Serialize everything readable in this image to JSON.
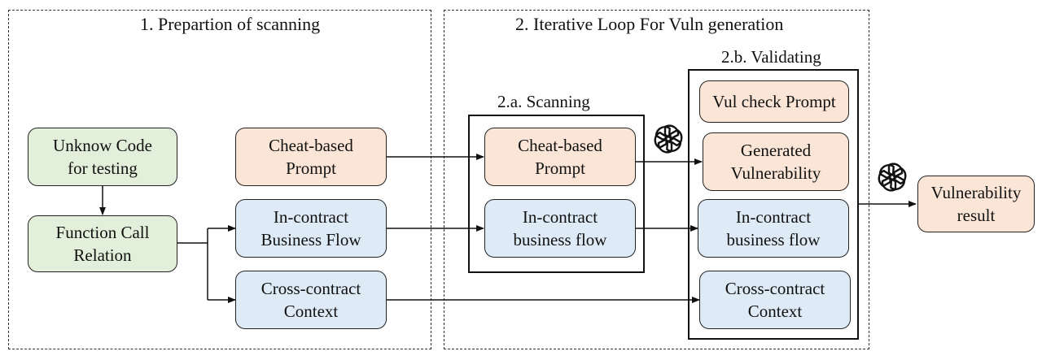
{
  "panels": {
    "prep": {
      "title": "1. Prepartion of scanning"
    },
    "loop": {
      "title": "2. Iterative Loop For Vuln generation"
    },
    "scanning": {
      "title": "2.a. Scanning"
    },
    "validating": {
      "title": "2.b. Validating"
    }
  },
  "nodes": {
    "unknown_code": "Unknow Code\nfor testing",
    "function_call": "Function Call\nRelation",
    "cheat_prompt": "Cheat-based\nPrompt",
    "in_contract_flow": "In-contract\nBusiness Flow",
    "cross_contract": "Cross-contract\nContext",
    "scan_cheat_prompt": "Cheat-based\nPrompt",
    "scan_business_flow": "In-contract\nbusiness flow",
    "vul_check_prompt": "Vul check Prompt",
    "generated_vuln": "Generated\nVulnerability",
    "val_business_flow": "In-contract\nbusiness flow",
    "val_cross_contract": "Cross-contract\nContext",
    "result": "Vulnerability\nresult"
  },
  "icons": [
    "openai-logo-icon",
    "openai-logo-icon",
    "openai-logo-icon"
  ],
  "colors": {
    "green": "#e2efda",
    "orange": "#fbe5d6",
    "blue": "#deebf7"
  }
}
